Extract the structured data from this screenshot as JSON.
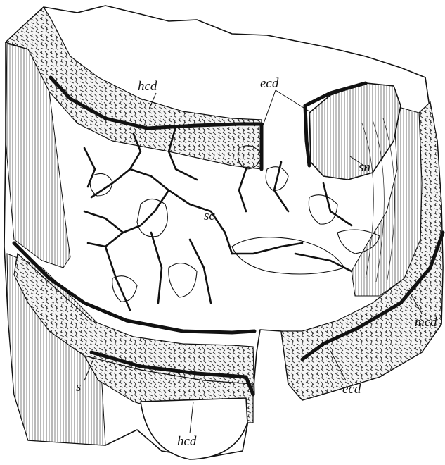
{
  "figure": {
    "labels": {
      "hcd_top": "hcd",
      "ecd_top": "ecd",
      "sn": "sn",
      "sc": "sc",
      "mcd": "mcd",
      "s": "s",
      "ecd_bottom": "ecd",
      "hcd_bottom": "hcd"
    }
  }
}
